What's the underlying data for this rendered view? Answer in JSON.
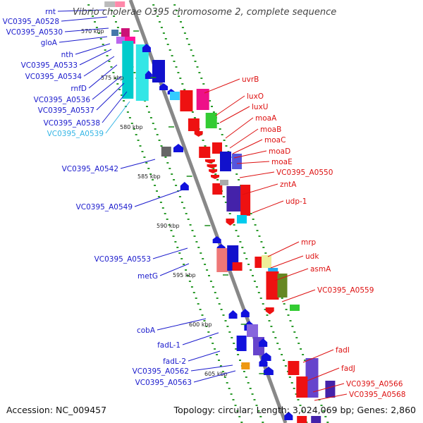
{
  "title": "Vibrio cholerae O395 chromosome 2, complete sequence",
  "accession": "Accession: NC_009457",
  "topology": "Topology: circular; Length: 3,024,069 bp; Genes: 2,860",
  "colors": {
    "backbone": "#888888",
    "forward_label": "#1a1acc",
    "reverse_label": "#dd1111",
    "highlight_label": "#33b5e5",
    "tick": "#1a8a1a"
  },
  "ticks": [
    "570 kbp",
    "575 kbp",
    "580 kbp",
    "585 kbp",
    "590 kbp",
    "595 kbp",
    "600 kbp",
    "605 kbp"
  ],
  "left_labels": [
    {
      "text": "rnt"
    },
    {
      "text": "VC0395_A0528"
    },
    {
      "text": "VC0395_A0530"
    },
    {
      "text": "gloA"
    },
    {
      "text": "nth"
    },
    {
      "text": "VC0395_A0533"
    },
    {
      "text": "VC0395_A0534"
    },
    {
      "text": "rnfD"
    },
    {
      "text": "VC0395_A0536"
    },
    {
      "text": "VC0395_A0537"
    },
    {
      "text": "VC0395_A0538"
    },
    {
      "text": "VC0395_A0539"
    },
    {
      "text": "VC0395_A0542"
    },
    {
      "text": "VC0395_A0549"
    },
    {
      "text": "VC0395_A0553"
    },
    {
      "text": "metG"
    },
    {
      "text": "cobA"
    },
    {
      "text": "fadL-1"
    },
    {
      "text": "fadL-2"
    },
    {
      "text": "VC0395_A0562"
    },
    {
      "text": "VC0395_A0563"
    }
  ],
  "right_labels": [
    {
      "text": "uvrB"
    },
    {
      "text": "luxO"
    },
    {
      "text": "luxU"
    },
    {
      "text": "moaA"
    },
    {
      "text": "moaB"
    },
    {
      "text": "moaC"
    },
    {
      "text": "moaD"
    },
    {
      "text": "moaE"
    },
    {
      "text": "VC0395_A0550"
    },
    {
      "text": "zntA"
    },
    {
      "text": "udp-1"
    },
    {
      "text": "mrp"
    },
    {
      "text": "udk"
    },
    {
      "text": "asmA"
    },
    {
      "text": "VC0395_A0559"
    },
    {
      "text": "fadI"
    },
    {
      "text": "fadJ"
    },
    {
      "text": "VC0395_A0566"
    },
    {
      "text": "VC0395_A0568"
    }
  ]
}
